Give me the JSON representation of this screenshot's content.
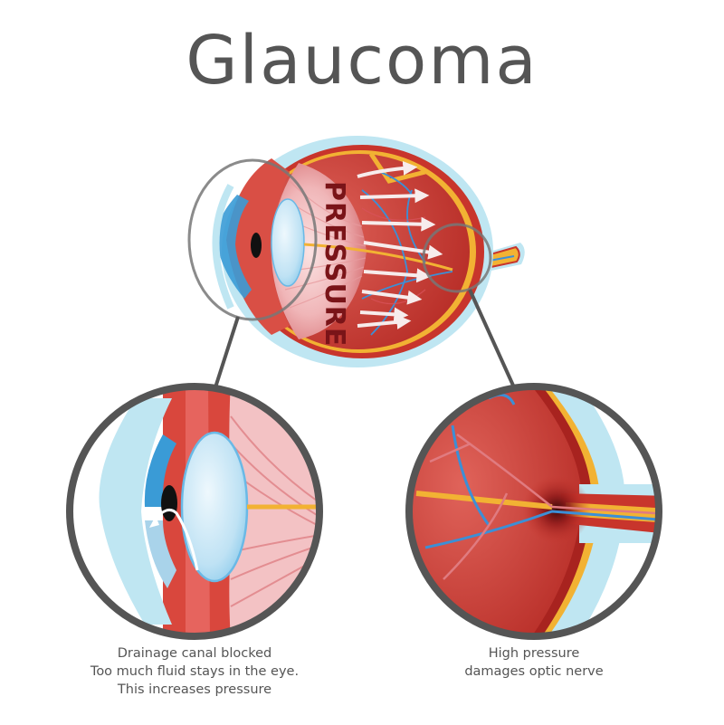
{
  "title": "Glaucoma",
  "main_eye": {
    "label": "PRESSURE",
    "arrow_count": 8,
    "colors": {
      "sclera_outer": "#bfe6f2",
      "choroid_red": "#c8352c",
      "retina_yellow": "#f2b233",
      "vitreous_pink": "#f3c2c4",
      "lens_blue": "#bfe2f4",
      "cornea_blue": "#3a9bd6",
      "vessel_blue": "#3c8fd6",
      "arrow_white": "#f7ecec",
      "pressure_text": "#7a1418"
    }
  },
  "zoom_callouts": [
    {
      "id": "front-eye",
      "subject": "Drainage angle / lens area",
      "caption_lines": [
        "Drainage canal blocked",
        "Too much fluid stays in the eye.",
        "This increases pressure"
      ]
    },
    {
      "id": "optic-nerve",
      "subject": "Optic nerve head",
      "caption_lines": [
        "High pressure",
        "damages optic nerve"
      ]
    }
  ],
  "style": {
    "callout_stroke": "#555555",
    "text_color": "#555555"
  }
}
